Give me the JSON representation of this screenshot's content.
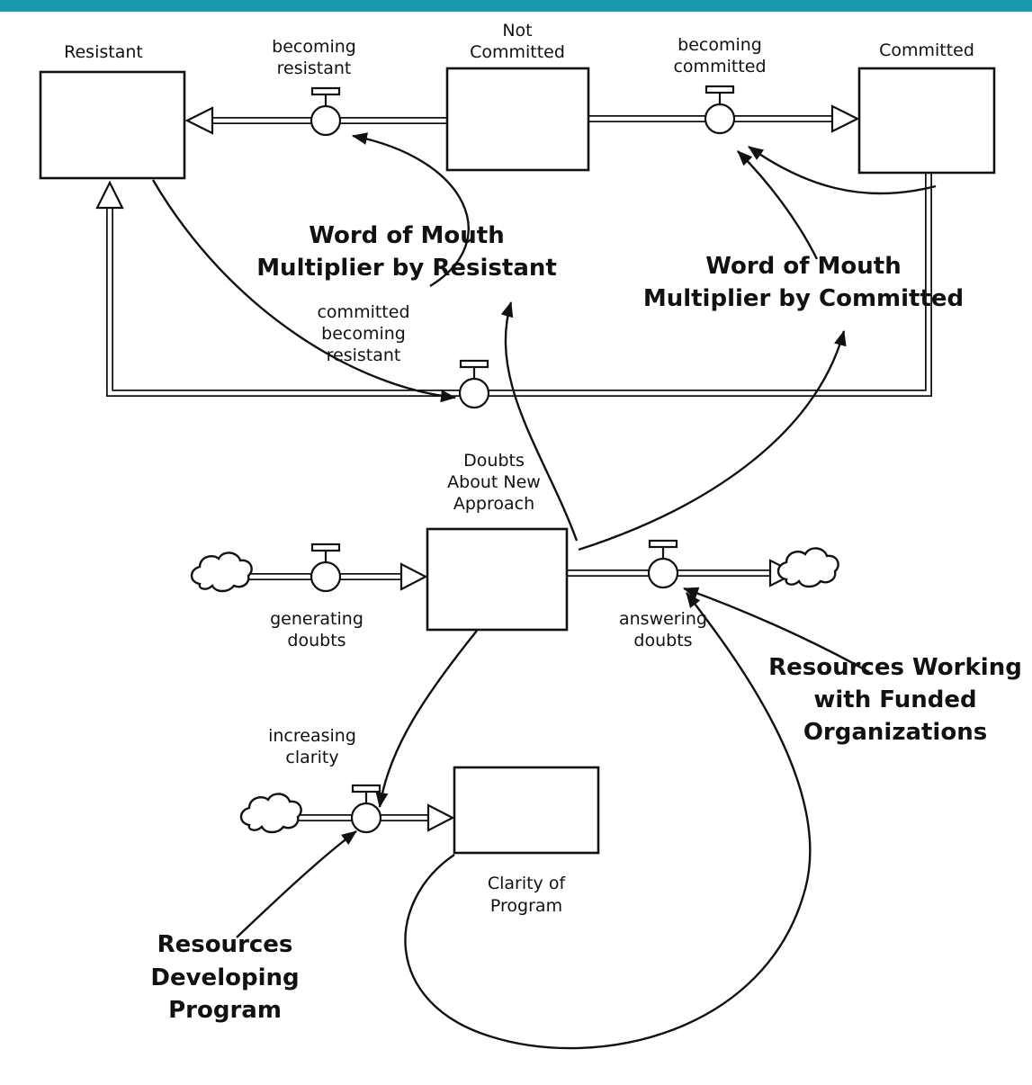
{
  "colors": {
    "header_bar": "#1899AC",
    "ink": "#111111"
  },
  "stocks": {
    "resistant": {
      "label": "Resistant"
    },
    "not_committed": {
      "lines": [
        "Not",
        "Committed"
      ]
    },
    "committed": {
      "label": "Committed"
    },
    "doubts_about_new_approach": {
      "lines": [
        "Doubts",
        "About New",
        "Approach"
      ]
    },
    "clarity_of_program": {
      "lines": [
        "Clarity of",
        "Program"
      ]
    }
  },
  "flows": {
    "becoming_resistant": {
      "lines": [
        "becoming",
        "resistant"
      ]
    },
    "becoming_committed": {
      "lines": [
        "becoming",
        "committed"
      ]
    },
    "committed_becoming_resistant": {
      "lines": [
        "committed",
        "becoming",
        "resistant"
      ]
    },
    "generating_doubts": {
      "lines": [
        "generating",
        "doubts"
      ]
    },
    "answering_doubts": {
      "lines": [
        "answering",
        "doubts"
      ]
    },
    "increasing_clarity": {
      "lines": [
        "increasing",
        "clarity"
      ]
    }
  },
  "variables": {
    "wom_resistant": {
      "lines": [
        "Word of Mouth",
        "Multiplier by Resistant"
      ]
    },
    "wom_committed": {
      "lines": [
        "Word of Mouth",
        "Multiplier by Committed"
      ]
    },
    "resources_working": {
      "lines": [
        "Resources Working",
        "with Funded",
        "Organizations"
      ]
    },
    "resources_developing": {
      "lines": [
        "Resources",
        "Developing",
        "Program"
      ]
    }
  }
}
